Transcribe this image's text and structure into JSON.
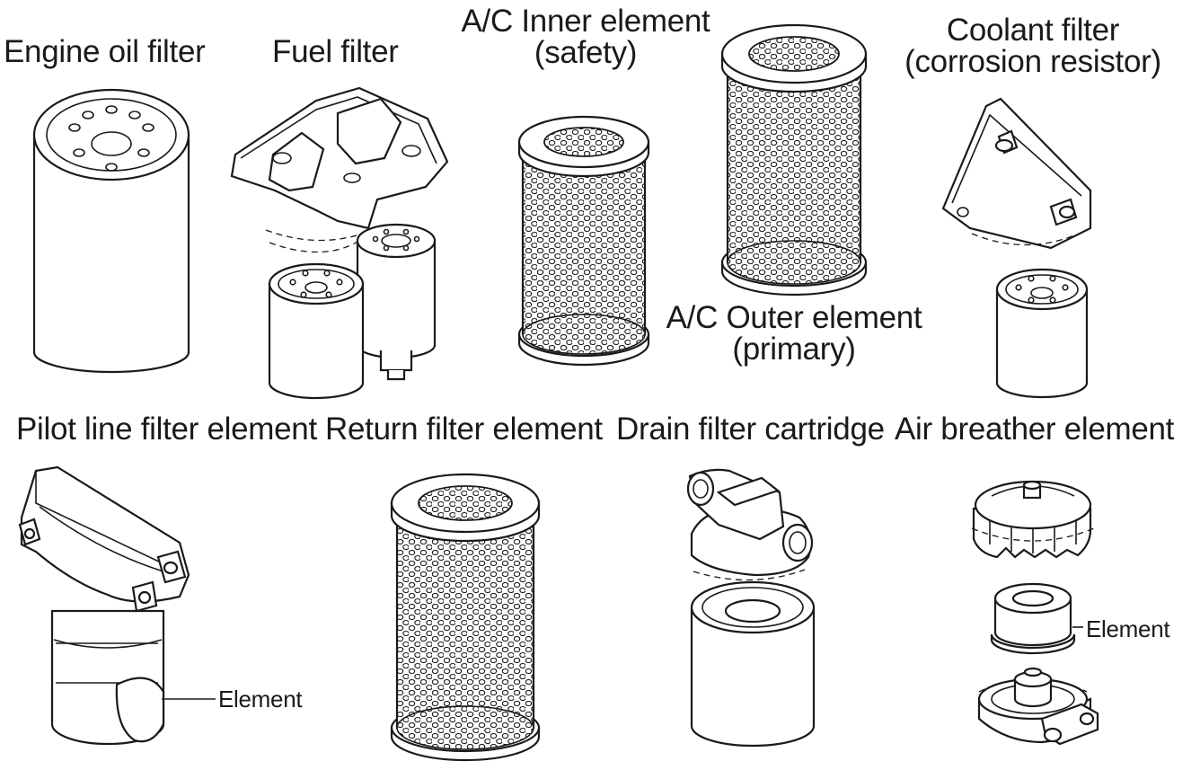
{
  "labels": {
    "engine_oil": "Engine oil filter",
    "fuel": "Fuel filter",
    "ac_inner_1": "A/C Inner element",
    "ac_inner_2": "(safety)",
    "coolant_1": "Coolant filter",
    "coolant_2": "(corrosion resistor)",
    "ac_outer_1": "A/C Outer element",
    "ac_outer_2": "(primary)",
    "pilot": "Pilot line filter element",
    "return": "Return filter element",
    "drain": "Drain filter cartridge",
    "breather": "Air breather element",
    "pilot_element": "Element",
    "breather_element": "Element"
  }
}
